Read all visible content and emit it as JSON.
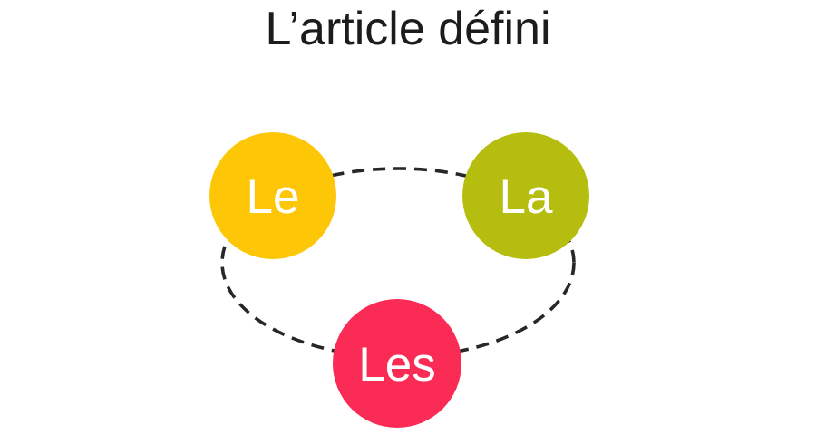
{
  "title": "L’article défini",
  "diagram": {
    "nodes": [
      {
        "label": "Le",
        "color": "#FDC708"
      },
      {
        "label": "La",
        "color": "#B5BE0E"
      },
      {
        "label": "Les",
        "color": "#FA2C55"
      }
    ],
    "label_color": "#FFFFFF",
    "connector_color": "#272727",
    "background_color": "#FFFFFF"
  }
}
